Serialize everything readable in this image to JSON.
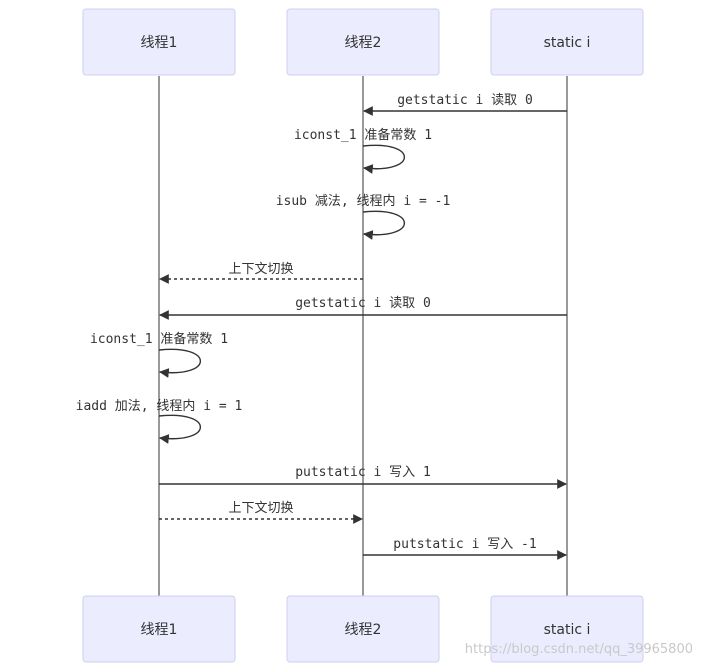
{
  "participants": [
    {
      "id": "t1",
      "label": "线程1"
    },
    {
      "id": "t2",
      "label": "线程2"
    },
    {
      "id": "s",
      "label": "static i"
    }
  ],
  "messages": [
    {
      "id": "m1",
      "from": "s",
      "to": "t2",
      "text": "getstatic i 读取 0",
      "style": "solid"
    },
    {
      "id": "m2",
      "from": "t2",
      "to": "t2",
      "text": "iconst_1 准备常数 1",
      "style": "self"
    },
    {
      "id": "m3",
      "from": "t2",
      "to": "t2",
      "text": "isub 减法, 线程内 i = -1",
      "style": "self"
    },
    {
      "id": "m4",
      "from": "t2",
      "to": "t1",
      "text": "上下文切换",
      "style": "dashed"
    },
    {
      "id": "m5",
      "from": "s",
      "to": "t1",
      "text": "getstatic i 读取 0",
      "style": "solid"
    },
    {
      "id": "m6",
      "from": "t1",
      "to": "t1",
      "text": "iconst_1 准备常数 1",
      "style": "self"
    },
    {
      "id": "m7",
      "from": "t1",
      "to": "t1",
      "text": "iadd 加法, 线程内 i = 1",
      "style": "self"
    },
    {
      "id": "m8",
      "from": "t1",
      "to": "s",
      "text": "putstatic i 写入 1",
      "style": "solid"
    },
    {
      "id": "m9",
      "from": "t1",
      "to": "t2",
      "text": "上下文切换",
      "style": "dashed"
    },
    {
      "id": "m10",
      "from": "t2",
      "to": "s",
      "text": "putstatic i 写入 -1",
      "style": "solid"
    }
  ],
  "watermark": {
    "url": "https://blog.csdn.net/qq_39965800"
  }
}
